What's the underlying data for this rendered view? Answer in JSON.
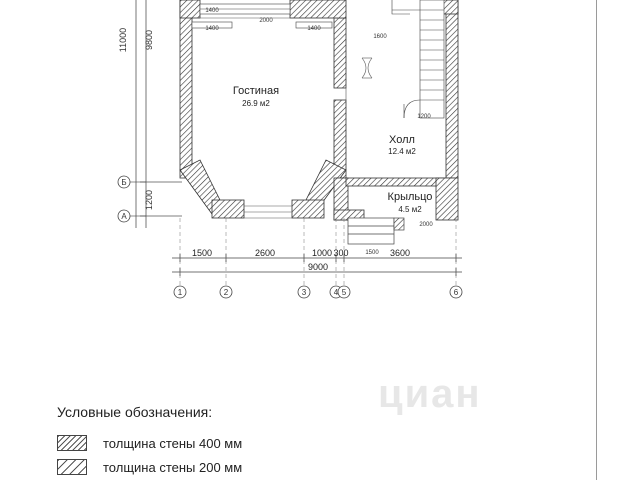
{
  "plan": {
    "room_living_name": "Гостиная",
    "room_living_area": "26.9 м2",
    "room_hall_name": "Холл",
    "room_hall_area": "12.4 м2",
    "room_porch_name": "Крыльцо",
    "room_porch_area": "4.5 м2",
    "dim_left_total": "11000",
    "dim_left_inner": "9800",
    "dim_left_bottom": "1200",
    "dim_top_mid": "2000",
    "dim_top_a": "1400",
    "dim_top_b": "1400",
    "dim_top_c": "1400",
    "dim_hall_top": "1600",
    "dim_hall_right": "1200",
    "dim_porch_a": "2000",
    "dim_porch_b": "1500",
    "dim_bottom_1": "1500",
    "dim_bottom_2": "2600",
    "dim_bottom_3": "1000",
    "dim_bottom_4": "300",
    "dim_bottom_5": "3600",
    "dim_bottom_total": "9000",
    "axis_b": "Б",
    "axis_a": "А",
    "axis_1": "1",
    "axis_2": "2",
    "axis_3": "3",
    "axis_4": "4",
    "axis_5": "5",
    "axis_6": "6"
  },
  "legend": {
    "title": "Условные обозначения:",
    "wall_400": "толщина стены 400 мм",
    "wall_200": "толщина стены 200 мм"
  },
  "watermark": "циан"
}
